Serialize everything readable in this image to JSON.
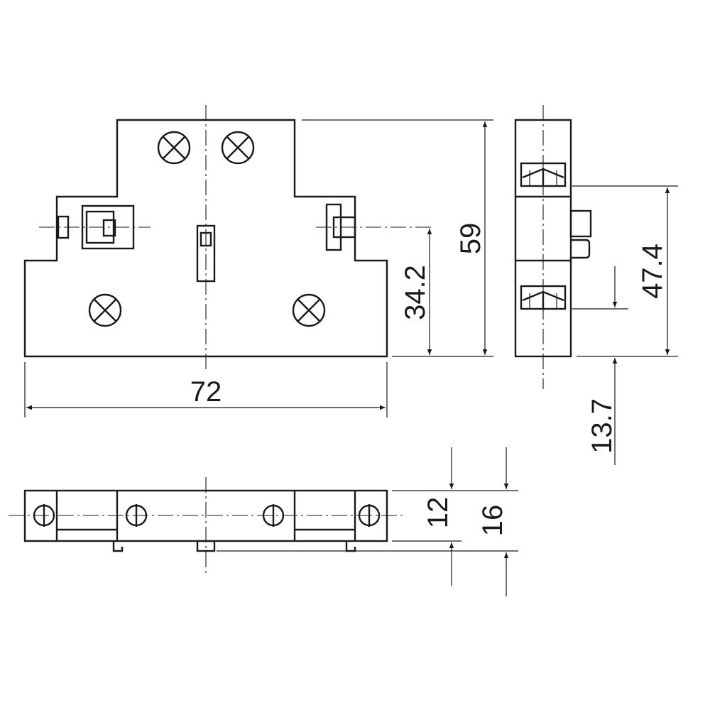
{
  "dimensions": {
    "front_width": "72",
    "front_height": "59",
    "pin_height": "34.2",
    "side_height": "47.4",
    "side_offset": "13.7",
    "bottom_height_inner": "12",
    "bottom_height_outer": "16"
  },
  "colors": {
    "line": "#1a1a1a",
    "background": "#ffffff"
  }
}
